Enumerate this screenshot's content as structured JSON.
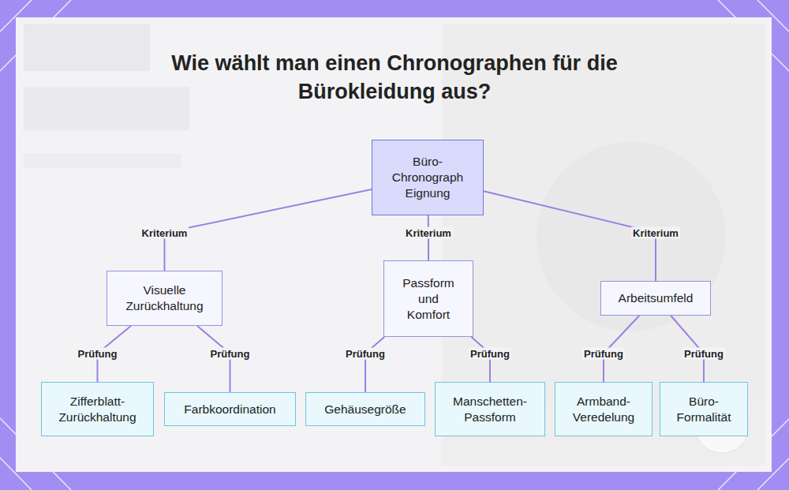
{
  "diagram": {
    "title": "Wie wählt man einen Chronographen für die Bürokleidung aus?",
    "nodes": [
      {
        "text": [
          "Büro- Chronograph Eignung"
        ]
      },
      {
        "text": [
          "Visuelle Zurückhaltung"
        ]
      },
      {
        "text": [
          "Passform und Komfort"
        ]
      },
      {
        "text": [
          "Arbeitsumfeld"
        ]
      },
      {
        "text": [
          "Zifferblatt- Zurückhaltung"
        ]
      },
      {
        "text": [
          "Farbkoordination"
        ]
      },
      {
        "text": [
          "Gehäusegröße"
        ]
      },
      {
        "text": [
          "Manschetten- Passform"
        ]
      },
      {
        "text": [
          "Armband- Veredelung"
        ]
      },
      {
        "text": [
          "Büro- Formalität"
        ]
      }
    ],
    "edges": [
      {
        "from": 0,
        "to": 1,
        "label": "Kriterium",
        "arrow": "none"
      },
      {
        "from": 0,
        "to": 2,
        "label": "Kriterium",
        "arrow": "none"
      },
      {
        "from": 0,
        "to": 3,
        "label": "Kriterium",
        "arrow": "none"
      },
      {
        "from": 1,
        "to": 4,
        "label": "Prüfung",
        "arrow": "none"
      },
      {
        "from": 1,
        "to": 5,
        "label": "Prüfung",
        "arrow": "none"
      },
      {
        "from": 2,
        "to": 6,
        "label": "Prüfung",
        "arrow": "none"
      },
      {
        "from": 2,
        "to": 7,
        "label": "Prüfung",
        "arrow": "none"
      },
      {
        "from": 3,
        "to": 8,
        "label": "Prüfung",
        "arrow": "none"
      },
      {
        "from": 3,
        "to": 9,
        "label": "Prüfung",
        "arrow": "none"
      }
    ]
  }
}
